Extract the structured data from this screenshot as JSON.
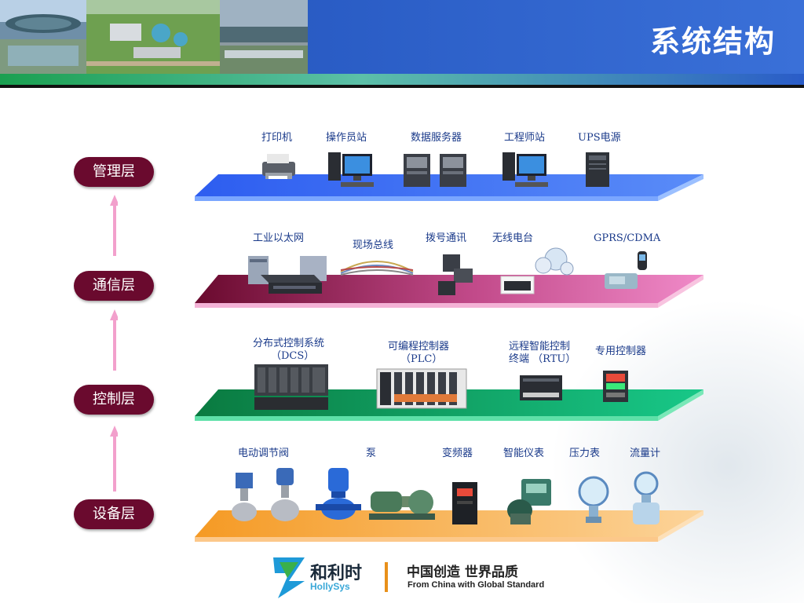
{
  "title": "系统结构",
  "layers": {
    "management": {
      "label": "管理层"
    },
    "communication": {
      "label": "通信层"
    },
    "control": {
      "label": "控制层"
    },
    "equipment": {
      "label": "设备层"
    }
  },
  "management_devices": [
    "打印机",
    "操作员站",
    "数据服务器",
    "工程师站",
    "UPS电源"
  ],
  "communication_devices": [
    "工业以太网",
    "现场总线",
    "拨号通讯",
    "无线电台",
    "GPRS/CDMA"
  ],
  "control_devices": [
    {
      "line1": "分布式控制系统",
      "line2": "（DCS）"
    },
    {
      "line1": "可编程控制器",
      "line2": "（PLC）"
    },
    {
      "line1": "远程智能控制",
      "line2": "终端 （RTU）"
    },
    {
      "line1": "专用控制器",
      "line2": ""
    }
  ],
  "equipment_devices": [
    "电动调节阀",
    "泵",
    "变频器",
    "智能仪表",
    "压力表",
    "流量计"
  ],
  "footer": {
    "logo_cn": "和利时",
    "logo_en": "HollySys",
    "slogan_cn": "中国创造  世界品质",
    "slogan_en": "From  China  with Global Standard"
  },
  "colors": {
    "header_blue": "#2a5cc8",
    "pill": "#6a0a2e",
    "management_bar": "#3a6cf0",
    "communication_bar": "#e879b8",
    "control_bar": "#10b070",
    "equipment_bar": "#f79a2a",
    "arrow": "#f2a0cc"
  }
}
